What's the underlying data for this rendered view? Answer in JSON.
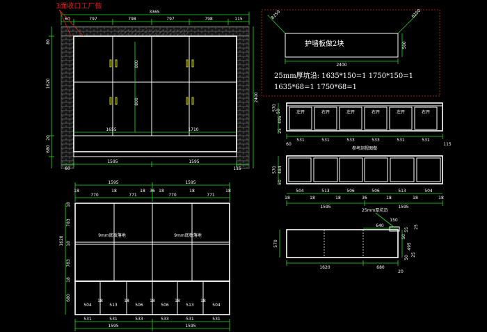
{
  "colors": {
    "background": "#000000",
    "dimension": "#22e022",
    "outline": "#ffffff",
    "note": "#e02020",
    "hardware": "#e8e800"
  },
  "notes": {
    "corner_note": "3面收口工厂做",
    "guard_board": "护墙板做2块",
    "strip_line1": "25mm厚坑沿:  1635*150=1     1750*150=1",
    "strip_line2": "1635*68=1      1750*68=1",
    "ref_section": "参考剖视图做",
    "board_left": "9mm底板落地",
    "board_right": "9mm底板落地",
    "edge_thick": "25mm厚坑沿"
  },
  "front": {
    "overall_width": "3365",
    "total_height": "2400",
    "top_dims": [
      "60",
      "797",
      "798",
      "797",
      "798",
      "115"
    ],
    "left_dims": [
      "80",
      "1620",
      "20",
      "680"
    ],
    "door_h_top": "800",
    "door_h_bottom": "800",
    "mid_left": "1655",
    "mid_right": "1710",
    "bottom_left": "60",
    "bottom_a": "1595",
    "bottom_b": "1595",
    "bottom_right": "115"
  },
  "guard": {
    "width": "2400",
    "height": "500",
    "diag_left": "8250",
    "diag_right": "8100"
  },
  "bench": {
    "labels": [
      "左开",
      "右开",
      "左开",
      "右开",
      "左开",
      "右开"
    ],
    "left_dims": [
      "570",
      "50",
      "495",
      "25"
    ],
    "bottom_dims": [
      "60",
      "531",
      "531",
      "533",
      "533",
      "531",
      "531",
      "115"
    ]
  },
  "ref": {
    "left_dims": [
      "570",
      "484",
      "50"
    ],
    "dims_inner": [
      "504",
      "513",
      "506",
      "506",
      "513",
      "504"
    ],
    "dims_small": [
      "18",
      "18",
      "18",
      "36",
      "18",
      "18",
      "18"
    ],
    "total_a": "1595",
    "total_b": "1595"
  },
  "plan": {
    "total_a": "1595",
    "total_b": "1595",
    "top_dims": [
      "770",
      "771",
      "770",
      "771"
    ],
    "top_small": [
      "18",
      "18",
      "18",
      "36",
      "18",
      "18",
      "18"
    ],
    "left_dims": [
      "18",
      "783",
      "18",
      "783",
      "18",
      "680"
    ],
    "left_total": "1620",
    "inner_dims": [
      "504",
      "513",
      "506",
      "506",
      "513",
      "504"
    ],
    "inner_small": [
      "18",
      "18",
      "18",
      "18",
      "18"
    ],
    "bottom_dims": [
      "531",
      "531",
      "533",
      "533",
      "531",
      "531"
    ]
  },
  "side": {
    "dims_top": [
      "640",
      "150",
      "55",
      "25"
    ],
    "left_dim": "570",
    "right_dims": [
      "50",
      "495",
      "25",
      "50"
    ],
    "bottom_a": "1620",
    "bottom_b": "680",
    "bottom_c": "20"
  }
}
